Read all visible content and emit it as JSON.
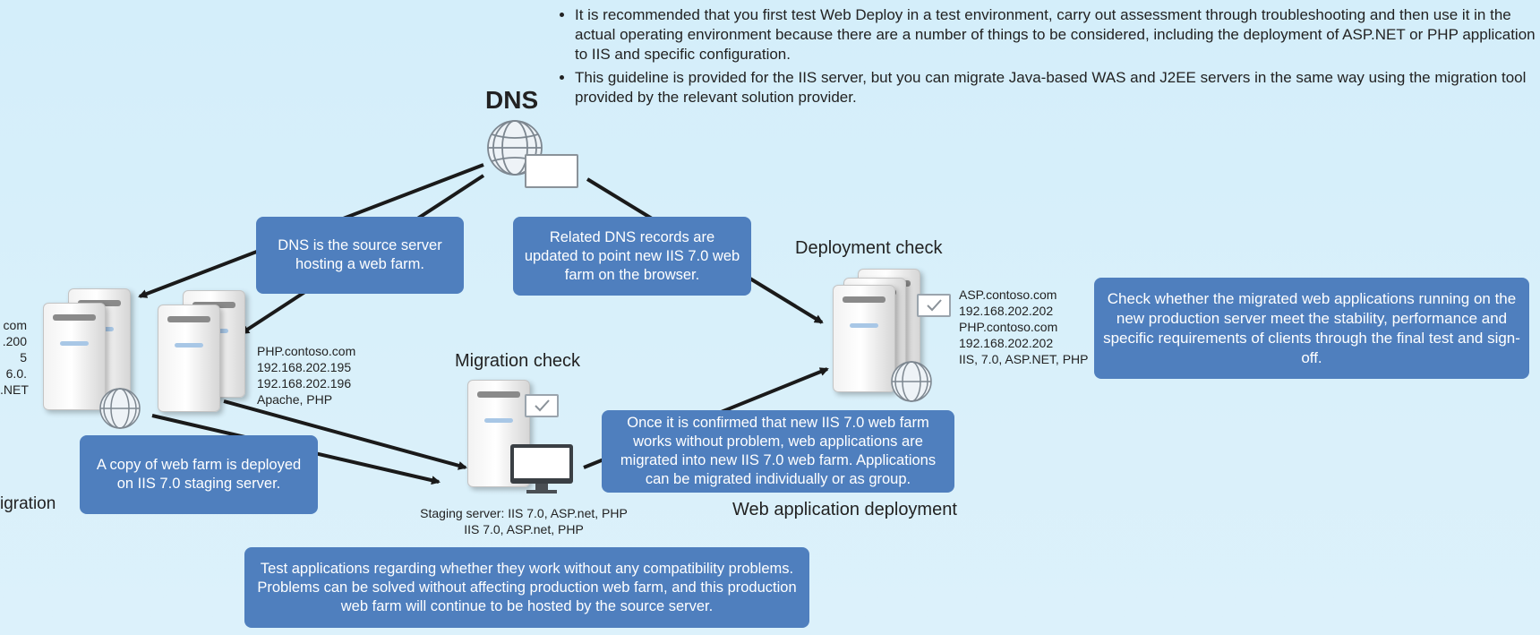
{
  "notes": {
    "bullet1": "It is recommended that you first test Web Deploy in a test environment, carry out assessment through troubleshooting and then use it in the actual operating environment because there are a number of things to be considered, including the deployment of ASP.NET or PHP application to IIS and specific configuration.",
    "bullet2": "This guideline is provided for the IIS server, but you can migrate Java-based WAS and J2EE servers in the same way using the migration tool provided by the relevant solution provider."
  },
  "dns": {
    "title": "DNS"
  },
  "boxes": {
    "source_server": "DNS is the source server hosting a web farm.",
    "dns_records": "Related DNS records are updated to point new IIS 7.0 web farm on the browser.",
    "copy_deployed": "A copy of web farm is deployed on IIS 7.0 staging server.",
    "migrate_apps": "Once it is confirmed that new IIS 7.0 web farm works without problem, web applications are migrated into new IIS 7.0 web farm. Applications can be migrated individually or as group.",
    "test_apps": "Test applications regarding whether they work without any compatibility problems. Problems can be solved without affecting production web farm, and this production web farm will continue to be hosted by the source server.",
    "final_check": "Check whether the migrated web applications running on the new production server meet the stability, performance and specific requirements of clients through the final test and sign-off."
  },
  "left_partial": {
    "lines": [
      "com",
      ".200",
      "5 6.0.",
      ".NET"
    ],
    "caption": "igration"
  },
  "source_farm": {
    "lines": [
      "PHP.contoso.com",
      "192.168.202.195",
      "192.168.202.196",
      "Apache, PHP"
    ]
  },
  "migration_check": {
    "title": "Migration check",
    "caption_line1": "Staging server: IIS 7.0, ASP.net, PHP",
    "caption_line2": "IIS 7.0, ASP.net, PHP"
  },
  "deployment_check": {
    "title": "Deployment check",
    "lines": [
      "ASP.contoso.com",
      "192.168.202.202",
      "PHP.contoso.com",
      "192.168.202.202",
      "IIS, 7.0, ASP.NET, PHP"
    ]
  },
  "web_app_deployment": {
    "title": "Web application deployment"
  },
  "colors": {
    "box": "#4f7fbe",
    "background": "#d6eff9",
    "arrow": "#1a1a1a"
  },
  "icons": [
    "globe-icon",
    "server-icon",
    "checkbox-icon",
    "monitor-icon",
    "network-card-icon"
  ]
}
